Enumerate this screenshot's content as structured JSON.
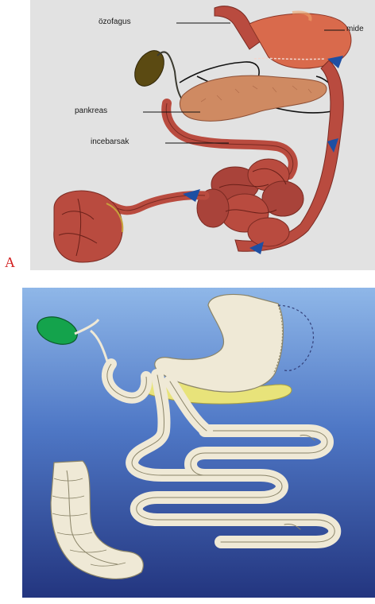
{
  "panel_a": {
    "letter": "A",
    "labels": {
      "esophagus": "özofagus",
      "stomach": "mide",
      "pancreas": "pankreas",
      "small_intestine": "incebarsak"
    },
    "colors": {
      "background": "#e2e2e2",
      "organ_red": "#b94b3f",
      "stomach": "#d96a4c",
      "pancreas": "#cf8a62",
      "gallbladder": "#5b4a12",
      "arrow": "#1e4fa3"
    }
  },
  "panel_b": {
    "colors": {
      "background_top": "#8fb7e8",
      "background_bottom": "#23357f",
      "bowel": "#efe9d6",
      "pancreas": "#e8e37a",
      "gallbladder": "#14a34c"
    }
  }
}
